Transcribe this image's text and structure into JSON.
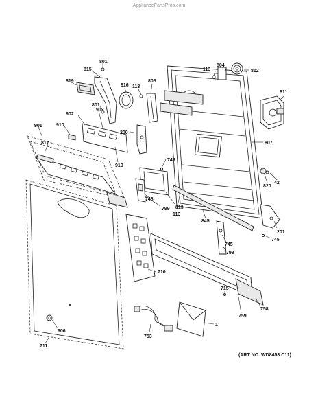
{
  "watermark": "AppliancePartsPros.com",
  "art_number": "(ART NO. WD8453 C11)",
  "colors": {
    "line": "#222222",
    "label": "#111111",
    "watermark": "#9a9a9a",
    "background": "#ffffff"
  },
  "parts": [
    {
      "id": "p801a",
      "label": "801"
    },
    {
      "id": "p815",
      "label": "815"
    },
    {
      "id": "p819",
      "label": "819"
    },
    {
      "id": "p816",
      "label": "816"
    },
    {
      "id": "p113a",
      "label": "113"
    },
    {
      "id": "p808",
      "label": "808"
    },
    {
      "id": "p113b",
      "label": "113"
    },
    {
      "id": "p804",
      "label": "804"
    },
    {
      "id": "p812",
      "label": "812"
    },
    {
      "id": "p811",
      "label": "811"
    },
    {
      "id": "p801b",
      "label": "801"
    },
    {
      "id": "p902",
      "label": "902"
    },
    {
      "id": "p903",
      "label": "903"
    },
    {
      "id": "p901",
      "label": "901"
    },
    {
      "id": "p910a",
      "label": "910"
    },
    {
      "id": "p817",
      "label": "817"
    },
    {
      "id": "p910b",
      "label": "910"
    },
    {
      "id": "p200",
      "label": "200"
    },
    {
      "id": "p807",
      "label": "807"
    },
    {
      "id": "p745a",
      "label": "745"
    },
    {
      "id": "p820",
      "label": "820"
    },
    {
      "id": "p42",
      "label": "42"
    },
    {
      "id": "p748",
      "label": "748"
    },
    {
      "id": "p799",
      "label": "799"
    },
    {
      "id": "p813",
      "label": "813"
    },
    {
      "id": "p113c",
      "label": "113"
    },
    {
      "id": "p845",
      "label": "845"
    },
    {
      "id": "p201",
      "label": "201"
    },
    {
      "id": "p745b",
      "label": "745"
    },
    {
      "id": "p745c",
      "label": "745"
    },
    {
      "id": "p798",
      "label": "798"
    },
    {
      "id": "p710",
      "label": "710"
    },
    {
      "id": "p715",
      "label": "715"
    },
    {
      "id": "p758",
      "label": "758"
    },
    {
      "id": "p759",
      "label": "759"
    },
    {
      "id": "p1",
      "label": "1"
    },
    {
      "id": "p753",
      "label": "753"
    },
    {
      "id": "p906",
      "label": "906"
    },
    {
      "id": "p711",
      "label": "711"
    }
  ]
}
